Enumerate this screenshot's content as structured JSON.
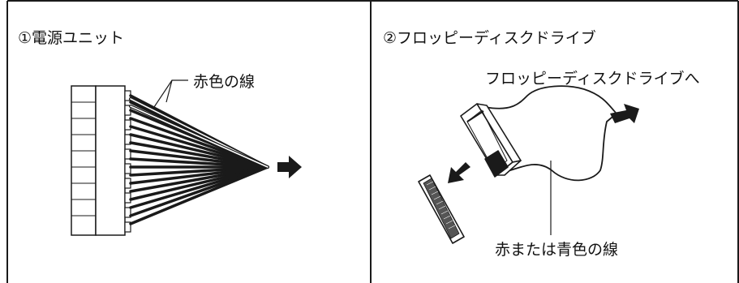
{
  "panels": [
    {
      "title": "①電源ユニット",
      "callout": "赤色の線"
    },
    {
      "title": "②フロッピーディスクドライブ",
      "callout_top": "フロッピーディスクドライブへ",
      "callout_bottom": "赤または青色の線"
    }
  ],
  "colors": {
    "line": "#1a1a1a",
    "background": "#ffffff"
  }
}
